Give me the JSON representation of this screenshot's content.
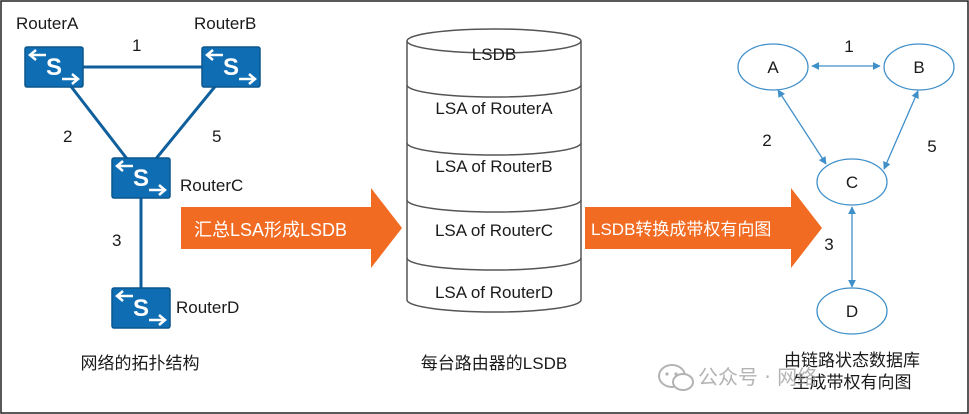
{
  "topology": {
    "caption": "网络的拓扑结构",
    "routers": [
      {
        "id": "a",
        "label": "RouterA"
      },
      {
        "id": "b",
        "label": "RouterB"
      },
      {
        "id": "c",
        "label": "RouterC"
      },
      {
        "id": "d",
        "label": "RouterD"
      }
    ],
    "router_glyph": "S",
    "links": [
      {
        "id": "ab",
        "cost": "1"
      },
      {
        "id": "ac",
        "cost": "2"
      },
      {
        "id": "bc",
        "cost": "5"
      },
      {
        "id": "cd",
        "cost": "3"
      }
    ]
  },
  "arrows": {
    "summarize_label": "汇总LSA形成LSDB",
    "convert_label": "LSDB转换成带权有向图",
    "color": "#f26b22"
  },
  "lsdb": {
    "title": "LSDB",
    "entries": [
      "LSA of RouterA",
      "LSA of RouterB",
      "LSA of RouterC",
      "LSA of RouterD"
    ],
    "caption": "每台路由器的LSDB"
  },
  "graph": {
    "nodes": [
      {
        "id": "A",
        "label": "A"
      },
      {
        "id": "B",
        "label": "B"
      },
      {
        "id": "C",
        "label": "C"
      },
      {
        "id": "D",
        "label": "D"
      }
    ],
    "edges": [
      {
        "id": "ab",
        "weight": "1"
      },
      {
        "id": "ac",
        "weight": "2"
      },
      {
        "id": "bc",
        "weight": "5"
      },
      {
        "id": "cd",
        "weight": "3"
      }
    ],
    "caption_line1": "由链路状态数据库",
    "caption_line2": "生成带权有向图"
  },
  "watermark": {
    "text": "公众号 · 网络",
    "icon": "wechat-icon"
  },
  "colors": {
    "router_fill": "#0e6db3",
    "edge_blue": "#3f8fc9",
    "router_line": "#0e5f9c"
  }
}
